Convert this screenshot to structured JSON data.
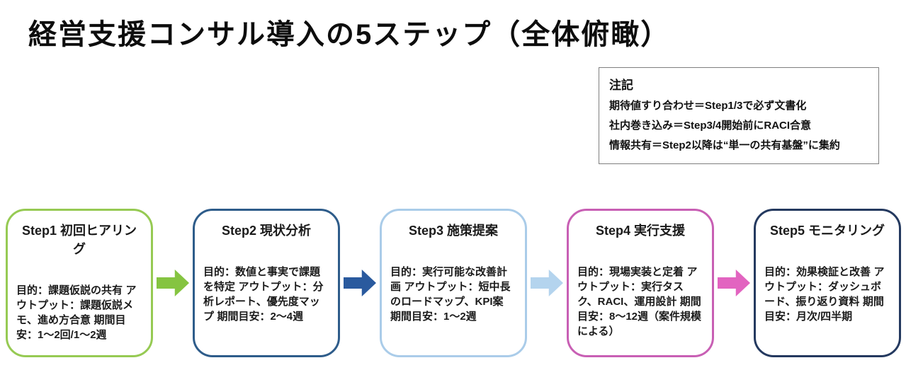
{
  "page": {
    "title": "経営支援コンサル導入の5ステップ（全体俯瞰）"
  },
  "note": {
    "heading": "注記",
    "lines": [
      "期待値すり合わせ＝Step1/3で必ず文書化",
      "社内巻き込み＝Step3/4開始前にRACI合意",
      "情報共有＝Step2以降は“単一の共有基盤”に集約"
    ],
    "border_color": "#7f7f7f"
  },
  "steps": [
    {
      "title": "Step1 初回ヒアリング",
      "lines": [
        "目的：課題仮説の共有",
        "アウトプット：課題仮説メモ、進め方合意",
        "期間目安：1〜2回/1〜2週"
      ],
      "border_color": "#96ca53"
    },
    {
      "title": "Step2 現状分析",
      "lines": [
        "目的：数値と事実で課題を特定",
        "アウトプット：分析レポート、優先度マップ",
        "期間目安：2〜4週"
      ],
      "border_color": "#2e5c8a"
    },
    {
      "title": "Step3 施策提案",
      "lines": [
        "目的：実行可能な改善計画",
        "アウトプット：短中長のロードマップ、KPI案",
        "期間目安：1〜2週"
      ],
      "border_color": "#aacce9"
    },
    {
      "title": "Step4 実行支援",
      "lines": [
        "目的：現場実装と定着",
        "アウトプット：実行タスク、RACI、運用設計",
        "期間目安：8〜12週（案件規模による）"
      ],
      "border_color": "#c85fb4"
    },
    {
      "title": "Step5 モニタリング",
      "lines": [
        "目的：効果検証と改善",
        "アウトプット：ダッシュボード、振り返り資料",
        "期間目安：月次/四半期"
      ],
      "border_color": "#24395f"
    }
  ],
  "arrows": [
    {
      "color": "#85c441"
    },
    {
      "color": "#2a5a9e"
    },
    {
      "color": "#b4d4ee"
    },
    {
      "color": "#e264c0"
    }
  ]
}
